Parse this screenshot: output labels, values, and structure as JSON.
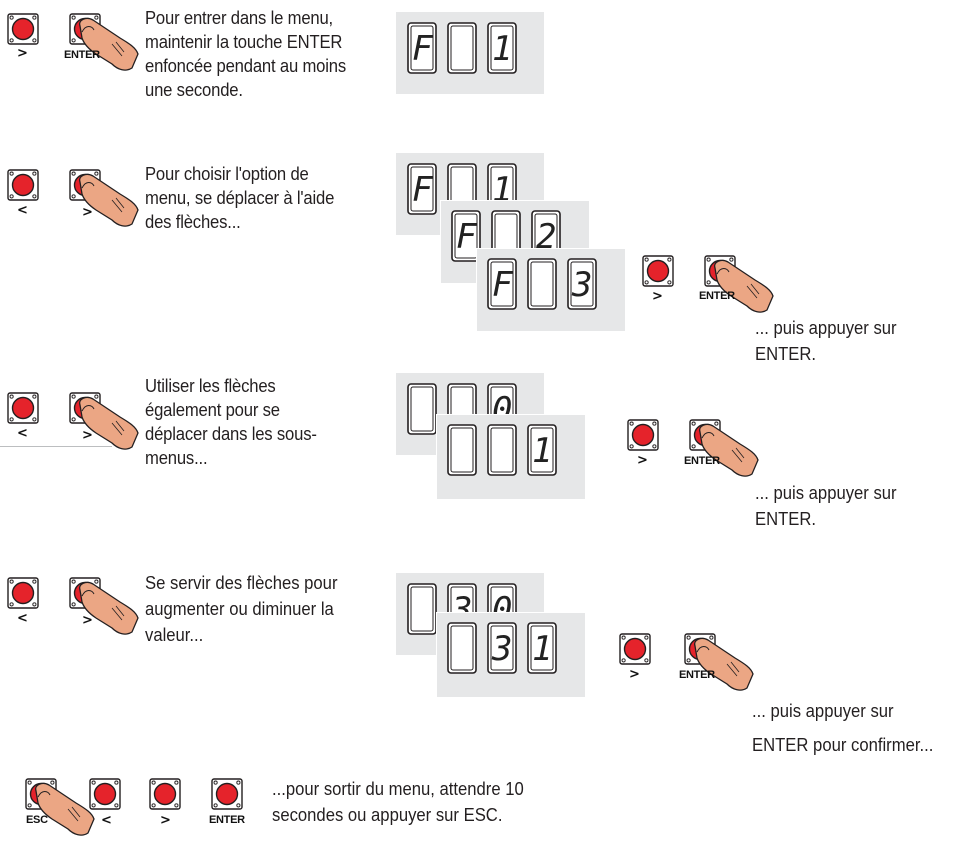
{
  "steps": [
    {
      "text": "Pour entrer dans le menu,\nmaintenir la touche ENTER\nenfoncée pendant au moins\nune seconde.",
      "display": [
        "F",
        "",
        "1"
      ]
    },
    {
      "text": "Pour choisir l'option de\nmenu, se déplacer à l'aide\ndes flèches...",
      "displays": [
        [
          "F",
          "",
          "1"
        ],
        [
          "F",
          "",
          "2"
        ],
        [
          "F",
          "",
          "3"
        ]
      ],
      "after": "... puis appuyer sur\nENTER."
    },
    {
      "text": "Utiliser les flèches\négalement pour se\ndéplacer dans les sous-\nmenus...",
      "displays": [
        [
          "",
          "",
          "0"
        ],
        [
          "",
          "",
          "1"
        ]
      ],
      "after": "... puis appuyer sur\nENTER."
    },
    {
      "text": "Se servir des flèches pour\naugmenter ou diminuer la\nvaleur...",
      "displays": [
        [
          "",
          "3",
          "0"
        ],
        [
          "",
          "3",
          "1"
        ]
      ],
      "after": "... puis appuyer sur\nENTER pour confirmer..."
    },
    {
      "text": "...pour sortir du menu, attendre 10\nsecondes ou appuyer sur ESC."
    }
  ],
  "keys": {
    "enter": "ENTER",
    "esc": "ESC",
    "right": ">",
    "left": "<"
  },
  "colors": {
    "button": "#e5232b",
    "panel": "#e6e7e8",
    "finger": "#e9a27f"
  }
}
